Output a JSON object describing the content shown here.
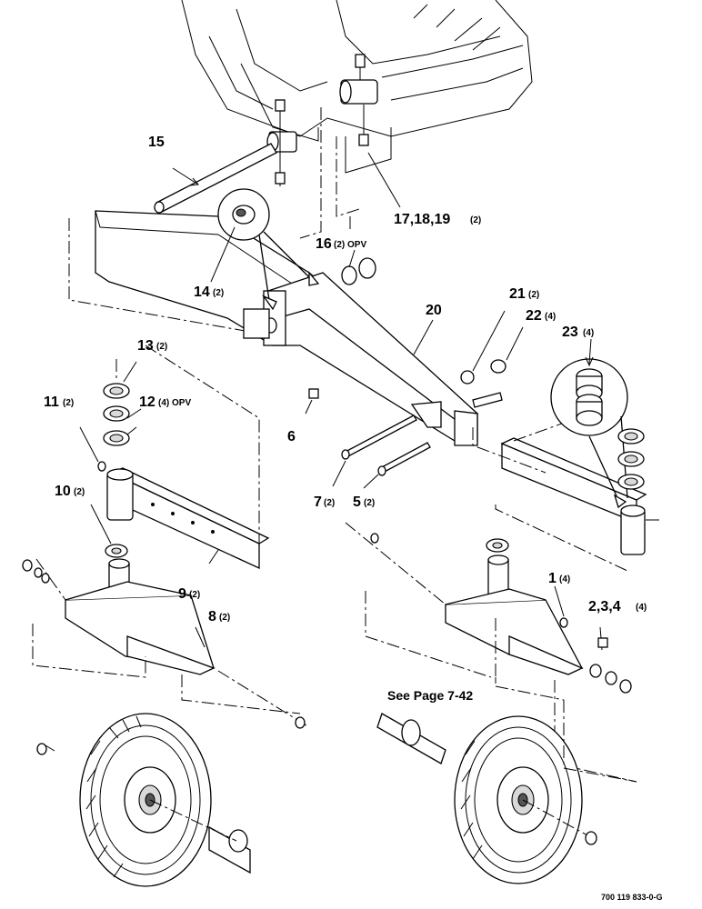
{
  "callouts": {
    "c1": {
      "num": "1",
      "qty": "(4)"
    },
    "c234": {
      "num": "2,3,4",
      "qty": "(4)"
    },
    "c5": {
      "num": "5",
      "qty": "(2)"
    },
    "c6": {
      "num": "6",
      "qty": ""
    },
    "c7": {
      "num": "7",
      "qty": "(2)"
    },
    "c8": {
      "num": "8",
      "qty": "(2)"
    },
    "c9": {
      "num": "9",
      "qty": "(2)"
    },
    "c10": {
      "num": "10",
      "qty": "(2)"
    },
    "c11": {
      "num": "11",
      "qty": "(2)"
    },
    "c12": {
      "num": "12",
      "qty": "(4) OPV"
    },
    "c13": {
      "num": "13",
      "qty": "(2)"
    },
    "c14": {
      "num": "14",
      "qty": "(2)"
    },
    "c15": {
      "num": "15",
      "qty": ""
    },
    "c16": {
      "num": "16",
      "qty": "(2) OPV"
    },
    "c17": {
      "num": "17,18,19",
      "qty": "(2)"
    },
    "c20": {
      "num": "20",
      "qty": ""
    },
    "c21": {
      "num": "21",
      "qty": "(2)"
    },
    "c22": {
      "num": "22",
      "qty": "(4)"
    },
    "c23": {
      "num": "23",
      "qty": "(4)"
    }
  },
  "see_page_note": "See Page 7-42",
  "drawing_ref": "700 119 833-0-G"
}
